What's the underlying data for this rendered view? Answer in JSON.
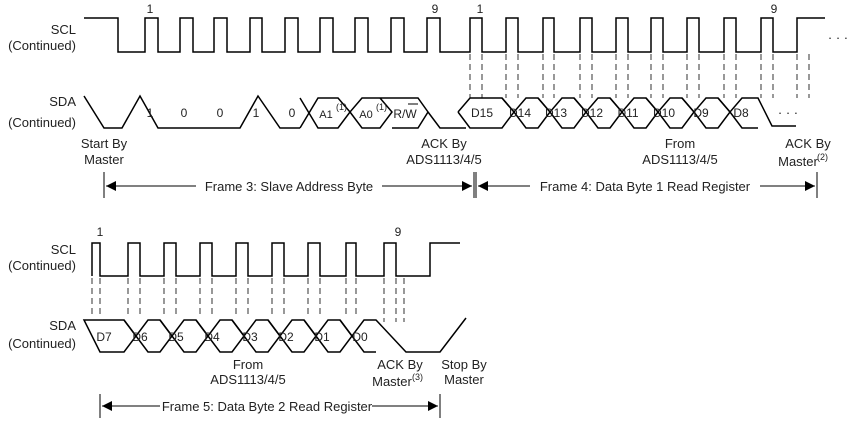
{
  "signals": {
    "scl_label": "SCL",
    "sda_label": "SDA",
    "continued": "(Continued)"
  },
  "top": {
    "scl_clock_marks": [
      "1",
      "9",
      "1",
      "9"
    ],
    "ellipsis_scl": "· · ·",
    "ellipsis_sda": "· · ·",
    "address_bits": [
      "1",
      "0",
      "0",
      "1",
      "0",
      "A1",
      "A0",
      "R/W"
    ],
    "address_superscripts": [
      "(1)",
      "(1)"
    ],
    "data_byte_1_bits": [
      "D15",
      "D14",
      "D13",
      "D12",
      "D11",
      "D10",
      "D9",
      "D8"
    ],
    "start_by": "Start By",
    "master": "Master",
    "ack_by": "ACK By",
    "device": "ADS1113/4/5",
    "from": "From",
    "ack_master_note": "(2)",
    "frame3": "Frame 3: Slave Address Byte",
    "frame4": "Frame 4: Data Byte 1 Read Register"
  },
  "bottom": {
    "scl_clock_marks": [
      "1",
      "9"
    ],
    "data_byte_2_bits": [
      "D7",
      "D6",
      "D5",
      "D4",
      "D3",
      "D2",
      "D1",
      "D0"
    ],
    "from": "From",
    "device": "ADS1113/4/5",
    "ack_by": "ACK By",
    "master": "Master",
    "ack_master_note": "(3)",
    "stop_by": "Stop By",
    "frame5": "Frame 5: Data Byte 2 Read Register"
  }
}
